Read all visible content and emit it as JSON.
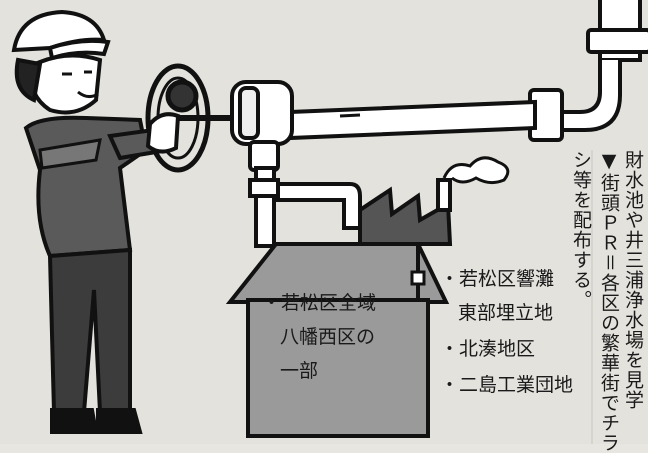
{
  "house_areas": [
    "・若松区全域",
    "八幡西区の",
    "一部"
  ],
  "right_areas": [
    "・若松区響灘",
    "東部埋立地",
    "・北湊地区",
    "・二島工業団地"
  ],
  "caption_columns": [
    "財水池や井三浦浄水場を見学",
    "▼街頭ＰＲ＝各区の繁華街でチラ",
    "シ等を配布する。"
  ]
}
